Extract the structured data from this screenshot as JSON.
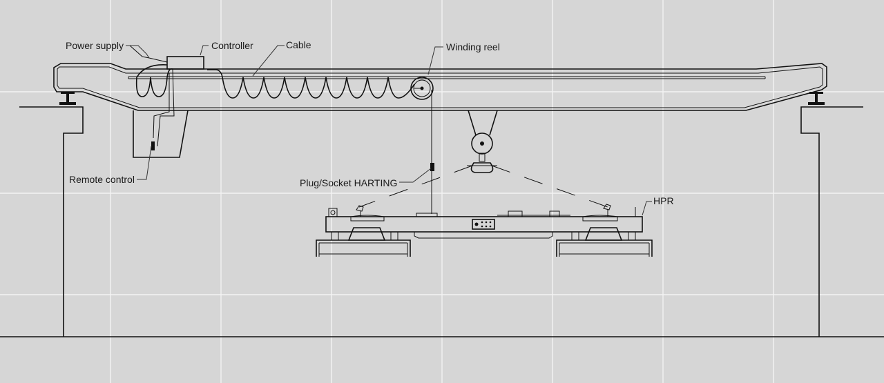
{
  "labels": {
    "power_supply": "Power supply",
    "controller": "Controller",
    "cable": "Cable",
    "winding_reel": "Winding reel",
    "remote_control": "Remote control",
    "plug_socket": "Plug/Socket HARTING",
    "hpr": "HPR"
  },
  "colors": {
    "background": "#d6d6d6",
    "grid": "#f3f3f3",
    "line": "#111111"
  }
}
